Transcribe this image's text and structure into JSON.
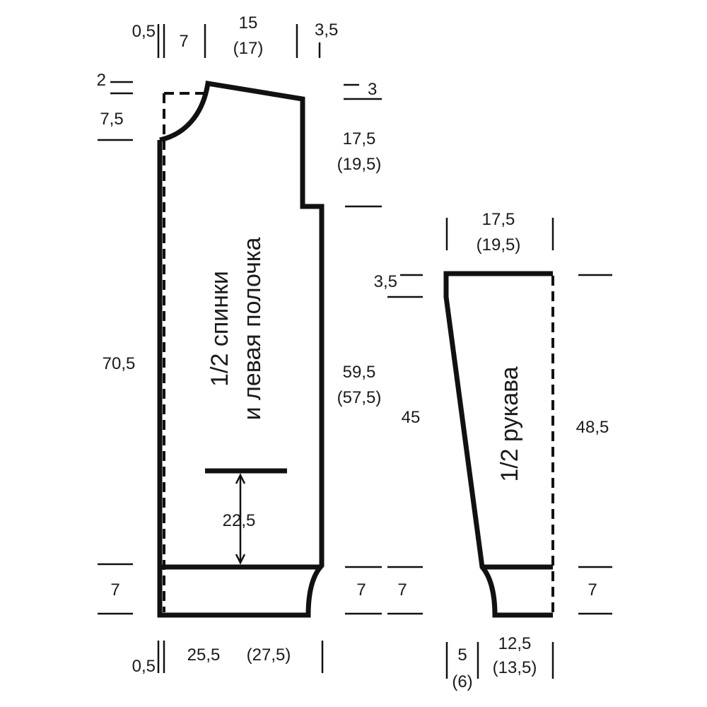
{
  "body_piece": {
    "title_line1": "1/2 спинки",
    "title_line2": "и левая полочка",
    "dims": {
      "left_tiny_top": "0,5",
      "shoulder_inner": "7",
      "neck_width": "15",
      "neck_width_alt": "(17)",
      "shoulder_right": "3,5",
      "neck_drop_small": "2",
      "neck_depth": "7,5",
      "shoulder_slope": "3",
      "armhole_depth": "17,5",
      "armhole_depth_alt": "(19,5)",
      "total_length": "70,5",
      "side_length": "59,5",
      "side_length_alt": "(57,5)",
      "pocket_height": "22,5",
      "hem_left": "7",
      "hem_right": "7",
      "bottom_tiny": "0,5",
      "bottom_width": "25,5",
      "bottom_width_alt": "(27,5)"
    }
  },
  "sleeve_piece": {
    "title": "1/2 рукава",
    "dims": {
      "top_width": "17,5",
      "top_width_alt": "(19,5)",
      "cap_drop": "3,5",
      "left_length": "45",
      "right_length": "48,5",
      "cuff_left": "7",
      "cuff_right": "7",
      "bottom_left": "5",
      "bottom_left_alt": "(6)",
      "bottom_width": "12,5",
      "bottom_width_alt": "(13,5)"
    }
  }
}
